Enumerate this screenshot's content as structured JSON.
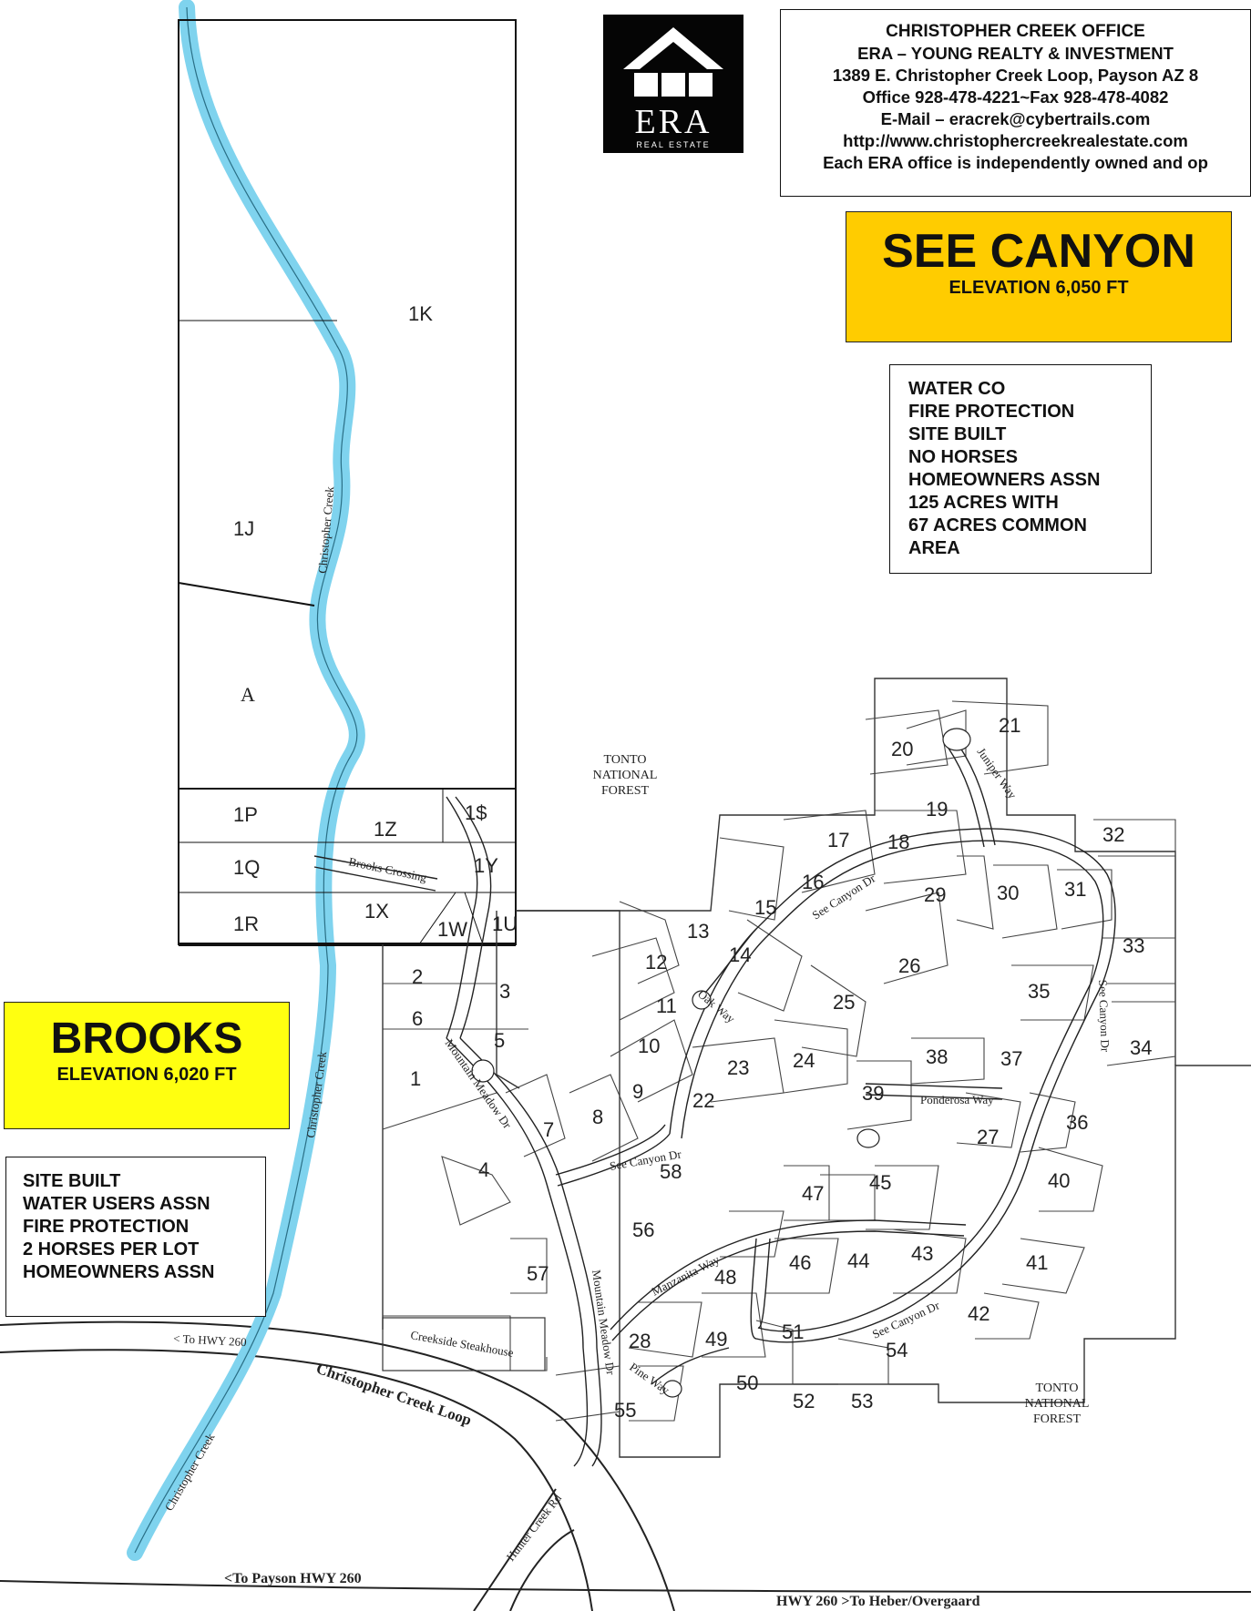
{
  "office": {
    "lines": [
      "CHRISTOPHER CREEK OFFICE",
      "ERA – YOUNG REALTY & INVESTMENT",
      "1389 E. Christopher Creek Loop,  Payson AZ  8",
      "Office  928-478-4221~Fax  928-478-4082",
      "E-Mail – eracrek@cybertrails.com",
      "http://www.christophercreekrealestate.com",
      "Each ERA office is independently owned and op"
    ]
  },
  "logo": {
    "text": "ERA",
    "subtext": "REAL ESTATE",
    "icon": "house-roof-icon",
    "bg": "#050505"
  },
  "see_canyon": {
    "title": "SEE CANYON",
    "elevation": "ELEVATION 6,050 FT",
    "color": "#ffcc00",
    "features": [
      "WATER CO",
      "FIRE PROTECTION",
      "SITE BUILT",
      "NO HORSES",
      "HOMEOWNERS ASSN",
      "125 ACRES WITH",
      "67 ACRES COMMON",
      "AREA"
    ]
  },
  "brooks": {
    "title": "BROOKS",
    "elevation": "ELEVATION 6,020 FT",
    "color": "#ffff10",
    "features": [
      "SITE BUILT",
      "WATER USERS ASSN",
      "FIRE PROTECTION",
      "2 HORSES PER LOT",
      "HOMEOWNERS ASSN"
    ]
  },
  "creek": {
    "name": "Christopher Creek",
    "color": "#7fd3ee"
  },
  "places": {
    "forest": [
      "TONTO",
      "NATIONAL",
      "FOREST"
    ],
    "steakhouse": "Creekside Steakhouse"
  },
  "roads": {
    "loop": "Christopher Creek Loop",
    "to_hwy": "< To HWY 260",
    "to_payson": "<To Payson  HWY 260",
    "to_heber": "HWY 260   >To Heber/Overgaard",
    "brooks_crossing": "Brooks Crossing",
    "mountain_meadow": "Mountain Meadow Dr",
    "see_canyon": "See Canyon Dr",
    "oak": "Oak Way",
    "juniper": "Juniper Way",
    "ponderosa": "Ponderosa Way",
    "manzanita": "Manzanita Way",
    "pine": "Pine Way",
    "hunter": "Hunter Creek Rd"
  },
  "brooks_lots": {
    "1K": "1K",
    "1J": "1J",
    "A": "A",
    "1P": "1P",
    "1Q": "1Q",
    "1R": "1R",
    "1Z": "1Z",
    "1$": "1$",
    "1Y": "1Y",
    "1X": "1X",
    "1W": "1W",
    "1U": "1U"
  },
  "lots": [
    "1",
    "2",
    "3",
    "4",
    "5",
    "6",
    "7",
    "8",
    "9",
    "10",
    "11",
    "12",
    "13",
    "14",
    "15",
    "16",
    "17",
    "18",
    "19",
    "20",
    "21",
    "22",
    "23",
    "24",
    "25",
    "26",
    "27",
    "28",
    "29",
    "30",
    "31",
    "32",
    "33",
    "34",
    "35",
    "36",
    "37",
    "38",
    "39",
    "40",
    "41",
    "42",
    "43",
    "44",
    "45",
    "46",
    "47",
    "48",
    "49",
    "50",
    "51",
    "52",
    "53",
    "54",
    "55",
    "56",
    "57",
    "58"
  ]
}
